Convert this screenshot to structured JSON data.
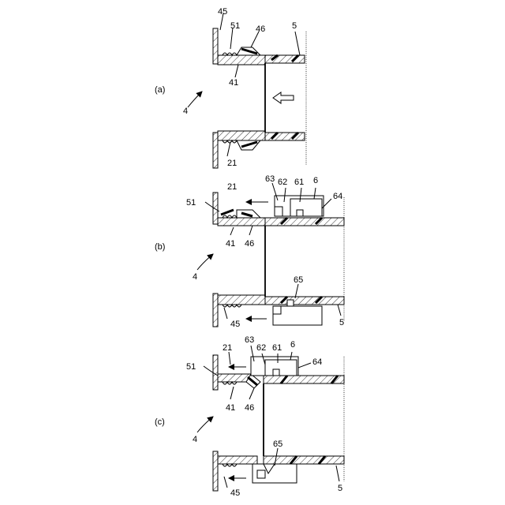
{
  "panels": {
    "a": {
      "tag": "(a)",
      "labels": {
        "l45": "45",
        "l51": "51",
        "l46": "46",
        "l5": "5",
        "l41": "41",
        "l4": "4",
        "l21": "21"
      }
    },
    "b": {
      "tag": "(b)",
      "labels": {
        "l63": "63",
        "l62": "62",
        "l61": "61",
        "l6": "6",
        "l21": "21",
        "l64": "64",
        "l51": "51",
        "l41": "41",
        "l46": "46",
        "l4": "4",
        "l65": "65",
        "l45": "45",
        "l5": "5"
      }
    },
    "c": {
      "tag": "(c)",
      "labels": {
        "l21": "21",
        "l63": "63",
        "l62": "62",
        "l61": "61",
        "l6": "6",
        "l64": "64",
        "l51": "51",
        "l41": "41",
        "l46": "46",
        "l4": "4",
        "l65": "65",
        "l45": "45",
        "l5": "5"
      }
    }
  }
}
